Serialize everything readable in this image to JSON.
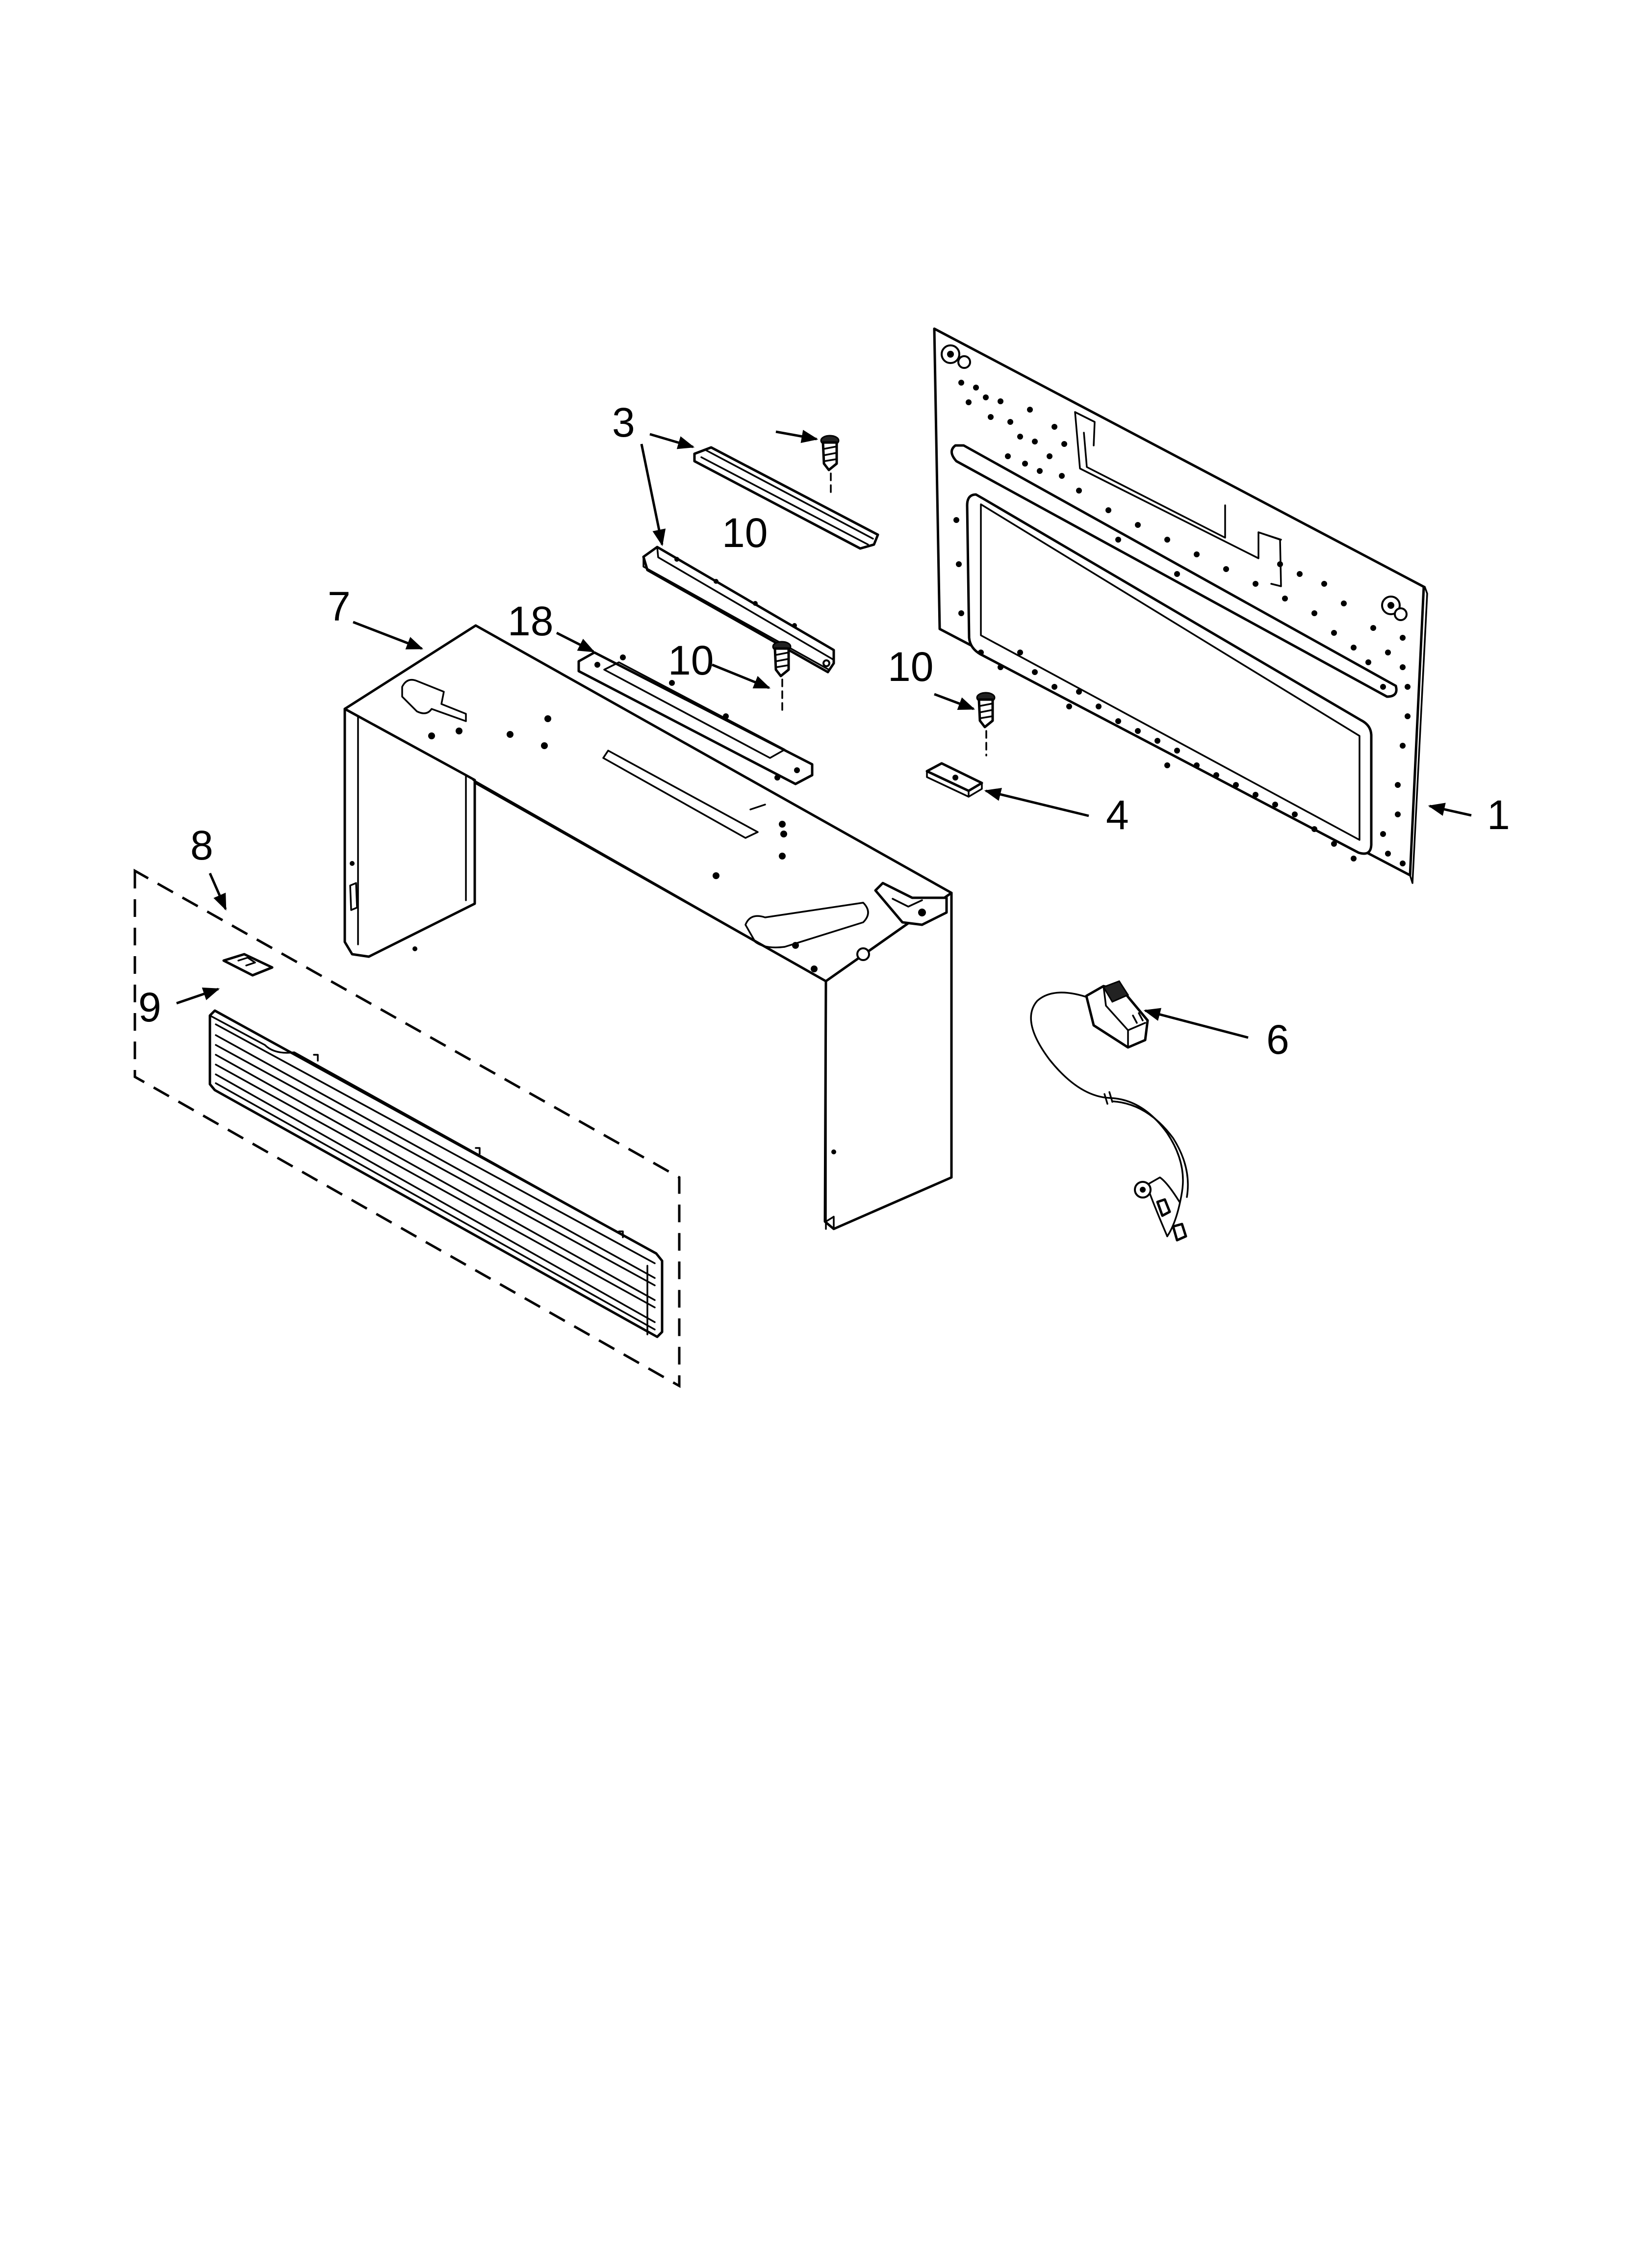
{
  "callouts": {
    "part_1": "1",
    "part_3": "3",
    "part_4": "4",
    "part_6": "6",
    "part_7": "7",
    "part_8": "8",
    "part_9": "9",
    "part_10_top": "10",
    "part_10_middle": "10",
    "part_10_right": "10",
    "part_18": "18"
  },
  "colors": {
    "line": "#000000",
    "background": "#ffffff"
  }
}
